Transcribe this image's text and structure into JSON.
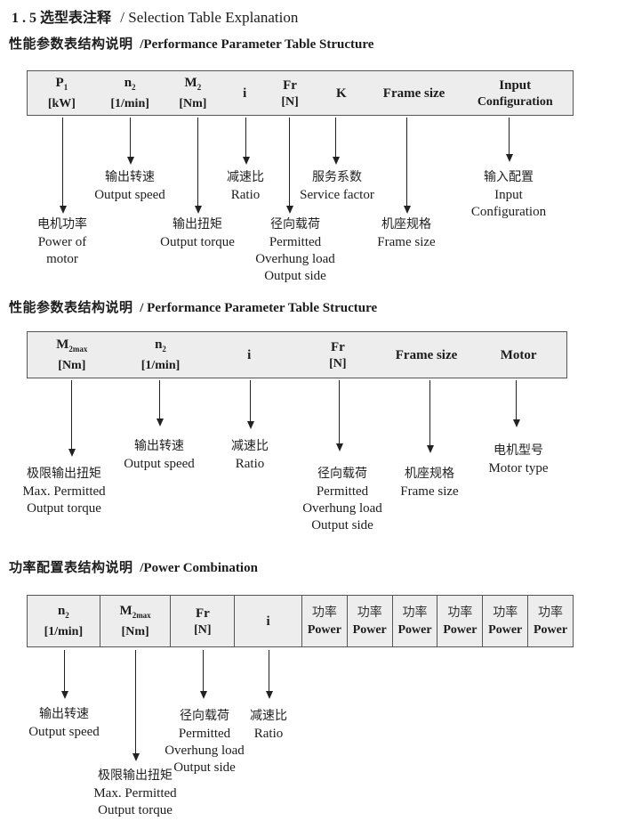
{
  "colors": {
    "page_bg": "#ffffff",
    "table_bg": "#ededed",
    "table_border": "#555555",
    "text": "#1c1c1c"
  },
  "title": {
    "cn": "1 . 5 选型表注释",
    "en": "/ Selection Table Explanation"
  },
  "sections": [
    {
      "heading_cn": "性能参数表结构说明",
      "heading_en": "/Performance Parameter Table Structure",
      "table": {
        "cells": [
          {
            "t1": "P",
            "sub": "1",
            "t2": "[kW]"
          },
          {
            "t1": "n",
            "sub": "2",
            "t2": "[1/min]"
          },
          {
            "t1": "M",
            "sub": "2",
            "t2": "[Nm]"
          },
          {
            "t1": "i"
          },
          {
            "t1": "Fr",
            "t2": "[N]"
          },
          {
            "t1": "K"
          },
          {
            "t1": "Frame size"
          },
          {
            "t1": "Input",
            "t2": "Configuration"
          }
        ]
      },
      "callouts": [
        {
          "lines": [
            "电机功率",
            "Power of",
            "motor"
          ]
        },
        {
          "lines": [
            "输出转速",
            "Output speed"
          ]
        },
        {
          "lines": [
            "输出扭矩",
            "Output torque"
          ]
        },
        {
          "lines": [
            "减速比",
            "Ratio"
          ]
        },
        {
          "lines": [
            "径向载荷",
            "Permitted",
            "Overhung load",
            "Output side"
          ]
        },
        {
          "lines": [
            "服务系数",
            "Service factor"
          ]
        },
        {
          "lines": [
            "机座规格",
            "Frame size"
          ]
        },
        {
          "lines": [
            "输入配置",
            "Input",
            "Configuration"
          ]
        }
      ]
    },
    {
      "heading_cn": "性能参数表结构说明",
      "heading_en": "/ Performance Parameter Table Structure",
      "table": {
        "cells": [
          {
            "t1": "M",
            "sub": "2max",
            "t2": "[Nm]"
          },
          {
            "t1": "n",
            "sub": "2",
            "t2": "[1/min]"
          },
          {
            "t1": "i"
          },
          {
            "t1": "Fr",
            "t2": "[N]"
          },
          {
            "t1": "Frame size"
          },
          {
            "t1": "Motor"
          }
        ]
      },
      "callouts": [
        {
          "lines": [
            "极限输出扭矩",
            "Max. Permitted",
            "Output torque"
          ]
        },
        {
          "lines": [
            "输出转速",
            "Output speed"
          ]
        },
        {
          "lines": [
            "减速比",
            "Ratio"
          ]
        },
        {
          "lines": [
            "径向载荷",
            "Permitted",
            "Overhung load",
            "Output side"
          ]
        },
        {
          "lines": [
            "机座规格",
            "Frame size"
          ]
        },
        {
          "lines": [
            "电机型号",
            "Motor type"
          ]
        }
      ]
    },
    {
      "heading_cn": "功率配置表结构说明",
      "heading_en": "/Power Combination",
      "table": {
        "cells": [
          {
            "t1": "n",
            "sub": "2",
            "t2": "[1/min]"
          },
          {
            "t1": "M",
            "sub": "2max",
            "t2": "[Nm]"
          },
          {
            "t1": "Fr",
            "t2": "[N]"
          },
          {
            "t1": "i"
          },
          {
            "t1": "功率",
            "t2": "Power"
          },
          {
            "t1": "功率",
            "t2": "Power"
          },
          {
            "t1": "功率",
            "t2": "Power"
          },
          {
            "t1": "功率",
            "t2": "Power"
          },
          {
            "t1": "功率",
            "t2": "Power"
          },
          {
            "t1": "功率",
            "t2": "Power"
          }
        ]
      },
      "callouts": [
        {
          "lines": [
            "输出转速",
            "Output speed"
          ]
        },
        {
          "lines": [
            "极限输出扭矩",
            "Max. Permitted",
            "Output torque"
          ]
        },
        {
          "lines": [
            "径向载荷",
            "Permitted",
            "Overhung load",
            "Output side"
          ]
        },
        {
          "lines": [
            "减速比",
            "Ratio"
          ]
        }
      ]
    }
  ]
}
